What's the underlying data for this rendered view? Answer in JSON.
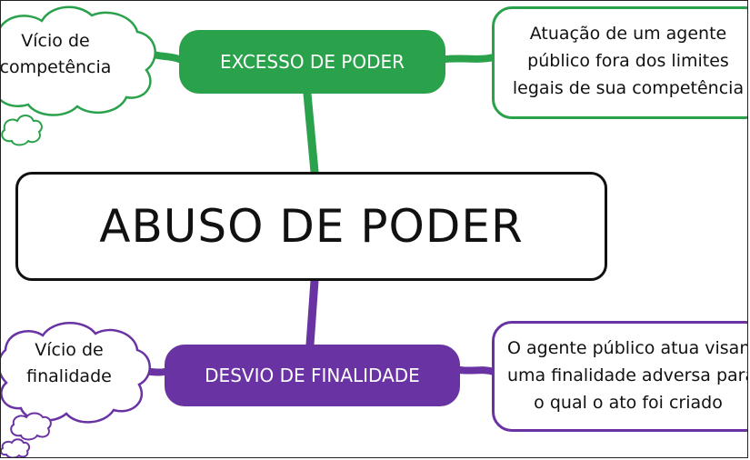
{
  "colors": {
    "green": "#2aa14b",
    "purple": "#6a33a3",
    "ink": "#111111"
  },
  "center": {
    "title": "ABUSO DE PODER"
  },
  "branches": [
    {
      "label": "EXCESSO DE PODER",
      "color": "green",
      "cloud_lines": [
        "Vício de",
        "competência"
      ],
      "description_lines": [
        "Atuação de um agente",
        "público fora dos limites",
        "legais de sua competência"
      ]
    },
    {
      "label": "DESVIO DE FINALIDADE",
      "color": "purple",
      "cloud_lines": [
        "Vício de",
        "finalidade"
      ],
      "description_lines": [
        "O agente público atua visando",
        "uma finalidade adversa para",
        "o qual o ato foi criado"
      ]
    }
  ]
}
